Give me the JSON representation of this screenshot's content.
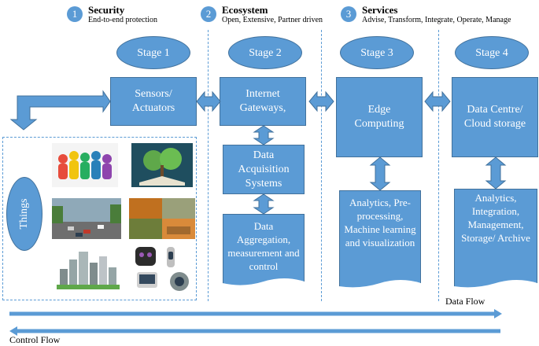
{
  "header": {
    "items": [
      {
        "num": "1",
        "title": "Security",
        "subtitle": "End-to-end protection"
      },
      {
        "num": "2",
        "title": "Ecosystem",
        "subtitle": "Open, Extensive, Partner driven"
      },
      {
        "num": "3",
        "title": "Services",
        "subtitle": "Advise, Transform, Integrate, Operate, Manage"
      }
    ]
  },
  "stages": [
    "Stage 1",
    "Stage 2",
    "Stage 3",
    "Stage 4"
  ],
  "boxes": {
    "sensors": "Sensors/ Actuators",
    "gateways": "Internet Gateways,",
    "edge": "Edge Computing",
    "datacentre": "Data Centre/ Cloud storage",
    "acquisition": "Data Acquisition Systems"
  },
  "docs": {
    "aggregation": "Data Aggregation, measurement and control",
    "analytics3": "Analytics, Pre-processing, Machine learning and visualization",
    "analytics4": "Analytics, Integration, Management, Storage/ Archive"
  },
  "things": "Things",
  "flows": {
    "data": "Data Flow",
    "control": "Control Flow"
  },
  "colors": {
    "primary": "#5b9bd5",
    "border": "#41719c"
  }
}
